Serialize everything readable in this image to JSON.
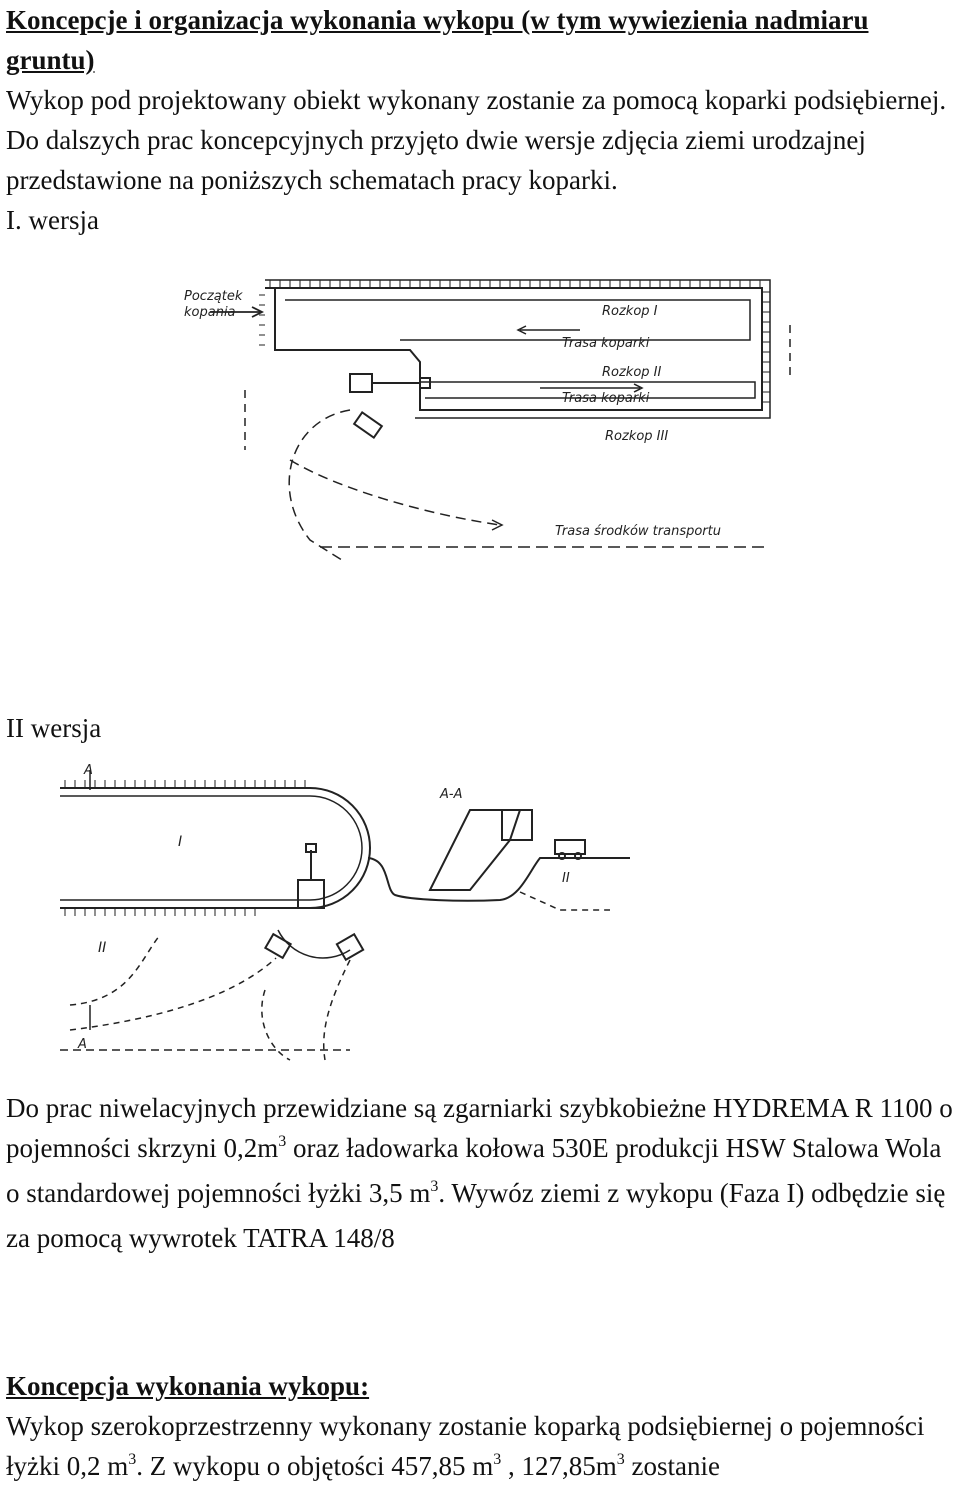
{
  "section1": {
    "heading": "Koncepcje i organizacja wykonania wykopu (w tym wywiezienia nadmiaru gruntu)",
    "para": "Wykop pod projektowany obiekt wykonany zostanie za pomocą koparki podsiębiernej. Do dalszych prac koncepcyjnych przyjęto dwie wersje zdjęcia ziemi urodzajnej przedstawione na poniższych schematach pracy koparki.",
    "version1_label": "I. wersja"
  },
  "diagram1": {
    "start_label_line1": "Początek",
    "start_label_line2": "kopania",
    "rozkop1": "Rozkop I",
    "trasa1": "Trasa koparki",
    "rozkop2": "Rozkop II",
    "trasa2": "Trasa koparki",
    "rozkop3": "Rozkop III",
    "transport": "Trasa środków transportu"
  },
  "version2_label": "II wersja",
  "diagram2": {
    "section_top": "A",
    "section_bottom": "A",
    "label_I": "I",
    "label_II": "II",
    "section_title": "A-A",
    "section_II": "II"
  },
  "para2": {
    "text_a": "Do prac niwelacyjnych przewidziane są zgarniarki szybkobieżne HYDREMA R 1100 o pojemności skrzyni 0,2m",
    "sup_a": "3",
    "text_b": " oraz ładowarka kołowa 530E produkcji HSW Stalowa Wola o standardowej pojemności łyżki 3,5 m",
    "sup_b": "3",
    "text_c": ". Wywóz ziemi z wykopu (Faza I) odbędzie się za pomocą wywrotek TATRA 148/8"
  },
  "section2": {
    "heading": "Koncepcja wykonania wykopu:",
    "text_a": "Wykop szerokoprzestrzenny wykonany zostanie koparką podsiębiernej o pojemności łyżki 0,2 m",
    "sup_a": "3",
    "text_b": ". Z wykopu o objętości 457,85 m",
    "sup_b": "3",
    "text_c": " , 127,85m",
    "sup_c": "3",
    "text_d": " zostanie"
  }
}
